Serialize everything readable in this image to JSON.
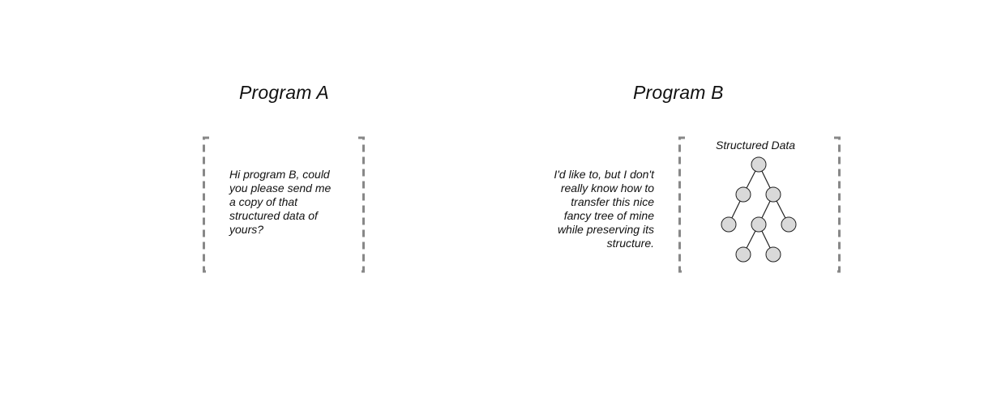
{
  "program_a": {
    "title": "Program A",
    "message_lines": [
      "Hi program B, could",
      "you please send me",
      "a copy of that",
      "structured data of",
      "yours?"
    ]
  },
  "program_b": {
    "title": "Program B",
    "message_lines": [
      "I'd like to, but I don't",
      "really know how to",
      "transfer this nice",
      "fancy tree of mine",
      "while preserving its",
      "structure."
    ],
    "tree_label": "Structured Data"
  },
  "colors": {
    "bracket": "#888888",
    "node_fill": "#d9d9d9",
    "node_stroke": "#222222",
    "text": "#111111"
  }
}
